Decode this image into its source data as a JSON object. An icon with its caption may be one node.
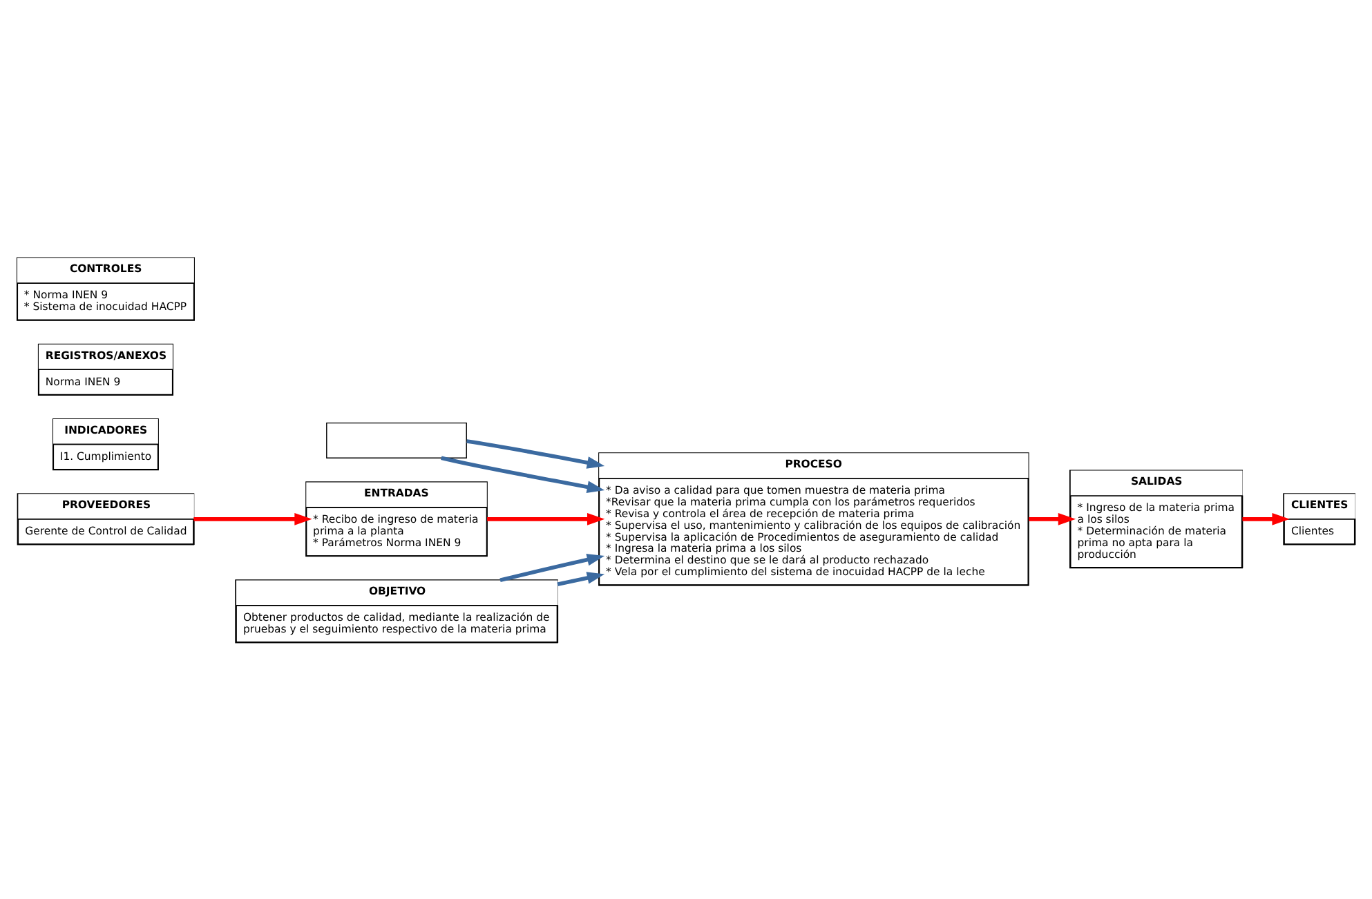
{
  "diagram": {
    "nodes": [
      {
        "text": [],
        "shape": "box"
      },
      {
        "text": [
          "PROVEEDORES",
          "Gerente de Control de Calidad"
        ]
      },
      {
        "text": [
          "PROCESO",
          "* Da aviso a calidad para que tomen muestra de materia prima",
          "*Revisar que la materia prima cumpla con los parámetros requeridos",
          "* Revisa y controla el área de recepción de materia prima",
          "* Supervisa el uso, mantenimiento y calibración de los equipos de calibración",
          "* Supervisa la aplicación de Procedimientos de aseguramiento de calidad",
          "* Ingresa la materia prima a los silos",
          "* Determina el destino que se le dará al producto rechazado",
          "* Vela por el cumplimiento del sistema de inocuidad HACPP de la leche"
        ]
      },
      {
        "text": [
          "CLIENTES",
          "Clientes"
        ]
      },
      {
        "text": [
          "ENTRADAS",
          "* Recibo de ingreso de materia prima a la planta",
          "* Parámetros Norma INEN 9"
        ]
      },
      {
        "text": [
          "SALIDAS",
          "* Ingreso de la materia prima a los silos",
          "* Determinación de materia prima no apta para la producción"
        ]
      },
      {
        "text": [
          "OBJETIVO",
          "Obtener productos de calidad, mediante la realización de pruebas y el seguimiento respectivo de la materia prima"
        ]
      },
      {
        "text": [
          "INDICADORES",
          "I1. Cumplimiento"
        ]
      },
      {
        "text": [
          "REGISTROS/ANEXOS",
          "Norma INEN 9"
        ]
      },
      {
        "text": [
          "CONTROLES",
          "* Norma INEN 9",
          "* Sistema de inocuidad HACPP"
        ]
      }
    ],
    "edges": [
      {
        "from": 0,
        "to": 2,
        "arrow": "to",
        "color": "#3b6aa0"
      },
      {
        "from": 0,
        "to": 2,
        "arrow": "to",
        "color": "#3b6aa0"
      },
      {
        "from": 1,
        "to": 4,
        "arrow": "to",
        "color": "#ff0000"
      },
      {
        "from": 4,
        "to": 2,
        "arrow": "to",
        "color": "#ff0000"
      },
      {
        "from": 2,
        "to": 5,
        "arrow": "to",
        "color": "#ff0000"
      },
      {
        "from": 5,
        "to": 3,
        "arrow": "to",
        "color": "#ff0000"
      },
      {
        "from": 6,
        "to": 2,
        "arrow": "to",
        "color": "#3b6aa0"
      },
      {
        "from": 6,
        "to": 2,
        "arrow": "to",
        "color": "#3b6aa0"
      }
    ]
  }
}
